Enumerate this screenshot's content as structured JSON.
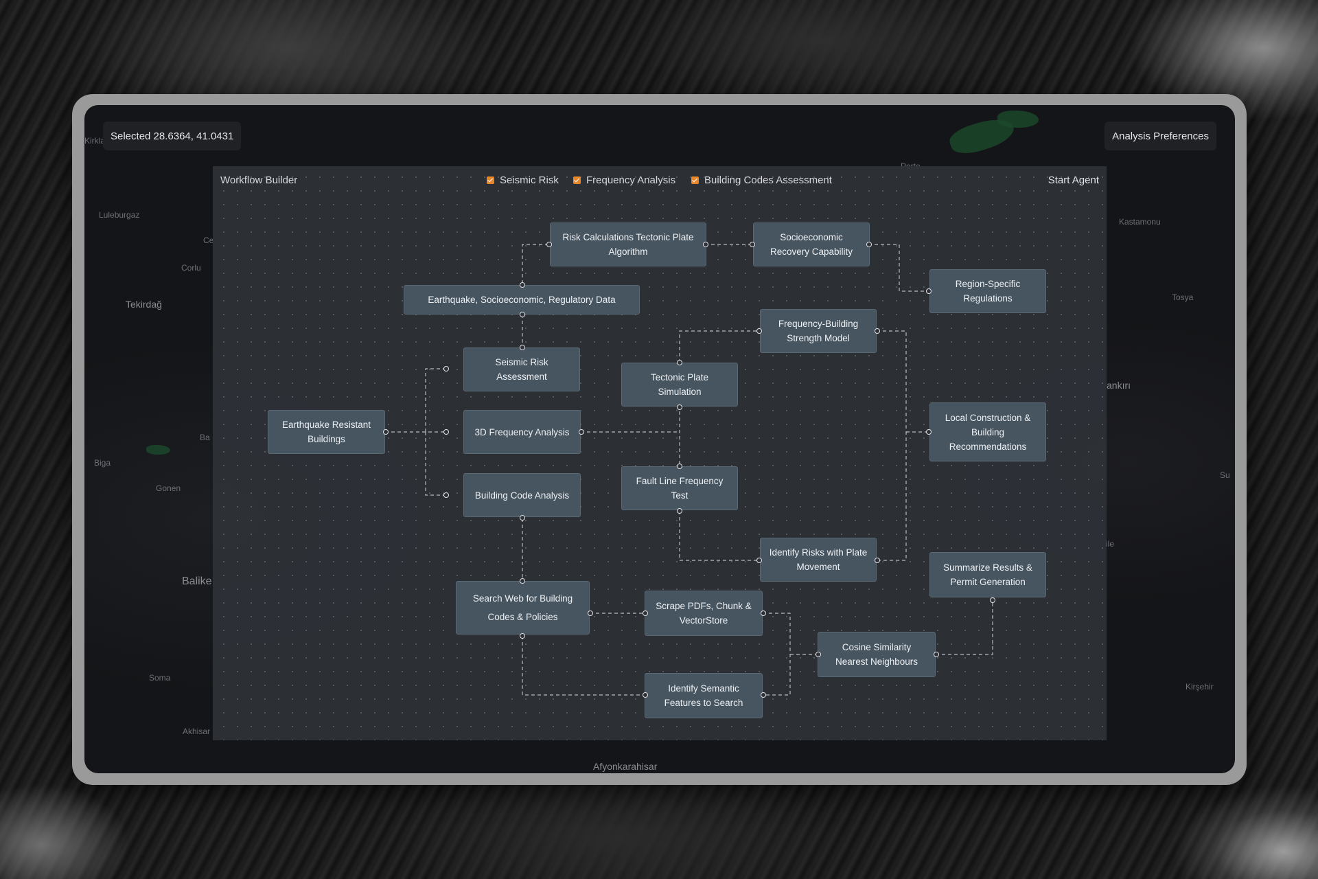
{
  "header": {
    "selected_coords": "Selected 28.6364, 41.0431",
    "preferences_button": "Analysis Preferences"
  },
  "map_labels": {
    "kirkla": "Kirkla",
    "luleburgaz": "Luleburgaz",
    "ce": "Ce",
    "corlu": "Corlu",
    "tekirdag": "Tekirdağ",
    "ba": "Ba",
    "biga": "Biga",
    "gonen": "Gonen",
    "balike": "Balike",
    "soma": "Soma",
    "akhisar": "Akhisar",
    "afyonkarahisar": "Afyonkarahisar",
    "kastamonu": "Kastamonu",
    "tosya": "Tosya",
    "ankiri": "ankırı",
    "su": "Su",
    "ile": "ile",
    "kirsehir": "Kirşehir",
    "porte": "Porte"
  },
  "workflow": {
    "title": "Workflow Builder",
    "start_button": "Start Agent",
    "filters": [
      {
        "label": "Seismic Risk",
        "checked": true
      },
      {
        "label": "Frequency Analysis",
        "checked": true
      },
      {
        "label": "Building Codes Assessment",
        "checked": true
      }
    ],
    "checkbox_color": "#e8862a",
    "nodes": {
      "risk_calc": "Risk Calculations Tectonic Plate Algorithm",
      "socioeconomic": "Socioeconomic Recovery Capability",
      "region_regs": "Region-Specific Regulations",
      "earthquake_data": "Earthquake, Socioeconomic, Regulatory Data",
      "freq_building": "Frequency-Building Strength Model",
      "seismic_assessment": "Seismic Risk Assessment",
      "tectonic_sim": "Tectonic Plate Simulation",
      "earthquake_resistant": "Earthquake Resistant Buildings",
      "freq_3d": "3D Frequency Analysis",
      "local_construction": "Local Construction & Building Recommendations",
      "building_code": "Building Code Analysis",
      "fault_line": "Fault Line Frequency Test",
      "identify_risks": "Identify Risks with Plate Movement",
      "summarize": "Summarize Results & Permit Generation",
      "search_web": "Search Web for Building Codes & Policies",
      "scrape_pdfs": "Scrape PDFs, Chunk & VectorStore",
      "cosine": "Cosine Similarity Nearest Neighbours",
      "semantic": "Identify Semantic Features to Search"
    }
  }
}
